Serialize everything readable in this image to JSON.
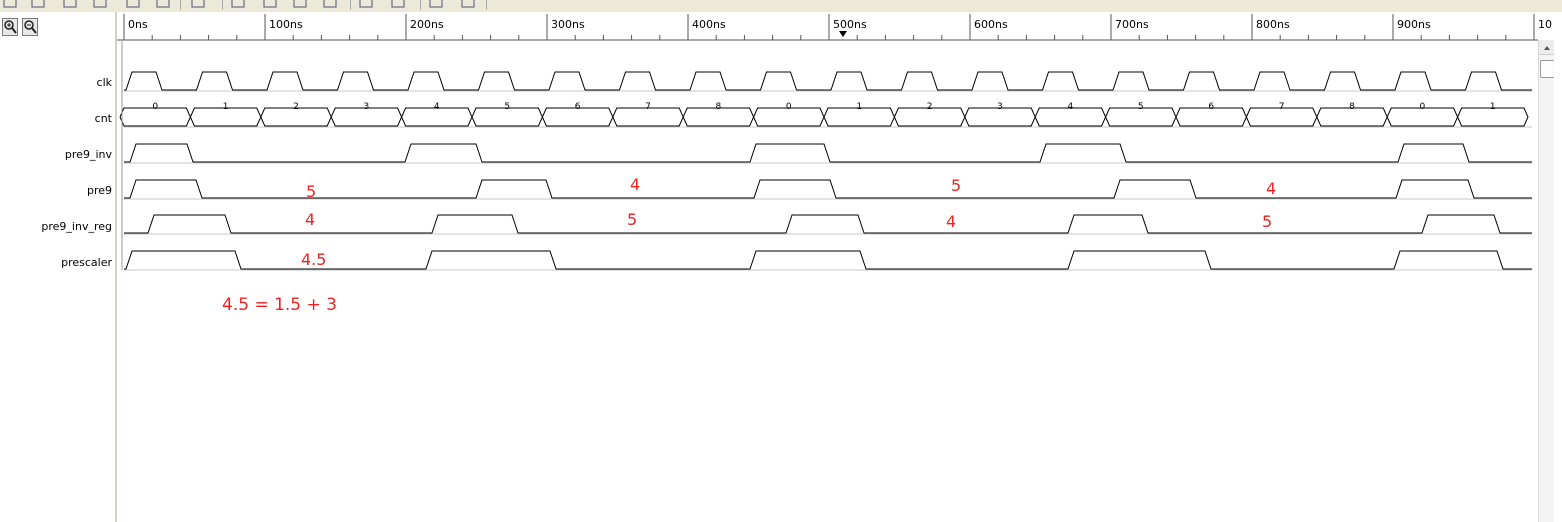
{
  "toolbar": {
    "icons": [
      "select-icon",
      "zoom-box-icon",
      "marker-icon",
      "snap-icon",
      "compare-icon",
      "hex-radix-icon",
      "undo-icon",
      "pencil-icon",
      "sort-za-icon",
      "sort-az-icon",
      "expand-bus-icon",
      "collapse-bus-icon",
      "add-marker-icon",
      "remove-marker-icon",
      "fit-icon"
    ]
  },
  "zoom": {
    "in_icon": "zoom-in-icon",
    "out_icon": "zoom-out-icon"
  },
  "timeline": {
    "labels": [
      "0ns",
      "100ns",
      "200ns",
      "300ns",
      "400ns",
      "500ns",
      "600ns",
      "700ns",
      "800ns",
      "900ns",
      "10"
    ],
    "cursor_label": "500ns"
  },
  "signals": [
    {
      "name": "clk"
    },
    {
      "name": "cnt",
      "values": [
        "0",
        "1",
        "2",
        "3",
        "4",
        "5",
        "6",
        "7",
        "8",
        "0",
        "1",
        "2",
        "3",
        "4",
        "5",
        "6",
        "7",
        "8",
        "0",
        "1"
      ]
    },
    {
      "name": "pre9_inv"
    },
    {
      "name": "pre9"
    },
    {
      "name": "pre9_inv_reg"
    },
    {
      "name": "prescaler"
    }
  ],
  "annotations": {
    "pre9": [
      "5",
      "4",
      "5",
      "4"
    ],
    "pre9_inv_reg": [
      "4",
      "5",
      "4",
      "5"
    ],
    "prescaler": [
      "4.5"
    ],
    "formula": "4.5 = 1.5 + 3"
  },
  "colors": {
    "waveform": "#000000",
    "annotation": "#ee2222",
    "grid_line": "#c8c8c8",
    "toolbar_bg": "#ece9d8"
  }
}
